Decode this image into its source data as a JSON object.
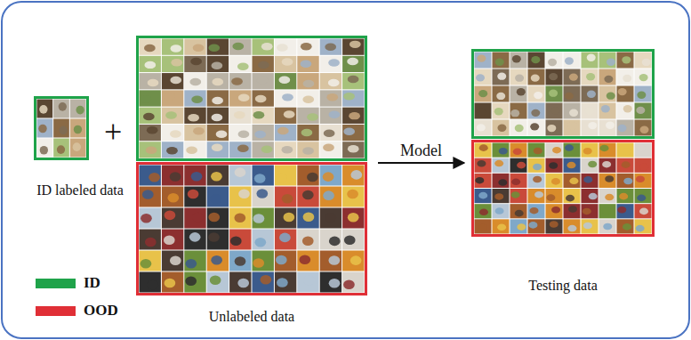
{
  "diagram": {
    "nodes": [
      {
        "text": [
          "ID labeled data"
        ]
      },
      {
        "text": [
          "Unlabeled data"
        ]
      },
      {
        "text": [
          "Testing data"
        ]
      }
    ],
    "edges": [
      {
        "from": 1,
        "to": 2,
        "label": "Model",
        "arrow": "to"
      }
    ],
    "labels": [
      "+"
    ],
    "legend": [
      {
        "text": "ID",
        "color": "#1fa34a"
      },
      {
        "text": "OOD",
        "color": "#e02f36"
      }
    ]
  }
}
